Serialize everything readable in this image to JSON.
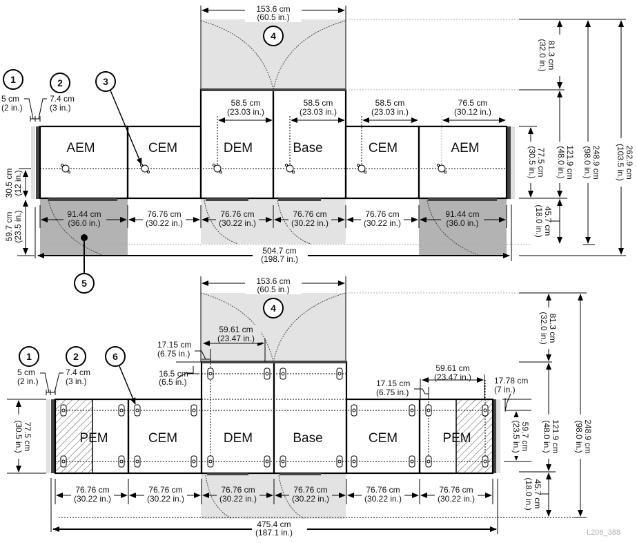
{
  "figure_ref": "L206_388",
  "callouts": [
    "1",
    "2",
    "3",
    "4",
    "5",
    "6"
  ],
  "top_view": {
    "modules": [
      "AEM",
      "CEM",
      "DEM",
      "Base",
      "CEM",
      "AEM"
    ],
    "service_area_width": {
      "cm": "153.6 cm",
      "in": "(60.5 in.)"
    },
    "door_widths": [
      {
        "cm": "58.5 cm",
        "in": "(23.03 in.)"
      },
      {
        "cm": "58.5 cm",
        "in": "(23.03 in.)"
      },
      {
        "cm": "58.5 cm",
        "in": "(23.03 in.)"
      },
      {
        "cm": "76.5 cm",
        "in": "(30.12 in.)"
      }
    ],
    "endcap_1": {
      "cm": "5 cm",
      "in": "(2 in.)"
    },
    "endcap_2": {
      "cm": "7.4 cm",
      "in": "(3 in.)"
    },
    "left_offset": {
      "cm": "30.5 cm",
      "in": "(12 in.)"
    },
    "left_clearance": {
      "cm": "59.7 cm",
      "in": "(23.5 in.)"
    },
    "module_widths": [
      {
        "cm": "91.44 cm",
        "in": "(36.0 in.)"
      },
      {
        "cm": "76.76 cm",
        "in": "(30.22 in.)"
      },
      {
        "cm": "76.76 cm",
        "in": "(30.22 in.)"
      },
      {
        "cm": "76.76 cm",
        "in": "(30.22 in.)"
      },
      {
        "cm": "76.76 cm",
        "in": "(30.22 in.)"
      },
      {
        "cm": "91.44 cm",
        "in": "(36.0 in.)"
      }
    ],
    "total_width": {
      "cm": "504.7 cm",
      "in": "(198.7 in.)"
    },
    "right_dims": {
      "rear_clearance": {
        "cm": "81.3 cm",
        "in": "(32.0 in.)"
      },
      "module_depth": {
        "cm": "77.5 cm",
        "in": "(30.5 in.)"
      },
      "depth_121": {
        "cm": "121.9 cm",
        "in": "(48.0 in.)"
      },
      "depth_248": {
        "cm": "248.9 cm",
        "in": "(98.0 in.)"
      },
      "depth_262": {
        "cm": "262.9 cm",
        "in": "(103.5 in.)"
      },
      "front_clearance": {
        "cm": "45.7 cm",
        "in": "(18.0 in.)"
      }
    }
  },
  "bottom_view": {
    "modules": [
      "PEM",
      "CEM",
      "DEM",
      "Base",
      "CEM",
      "PEM"
    ],
    "service_area_width": {
      "cm": "153.6 cm",
      "in": "(60.5 in.)"
    },
    "endcap_1": {
      "cm": "5 cm",
      "in": "(2 in.)"
    },
    "endcap_2": {
      "cm": "7.4 cm",
      "in": "(3 in.)"
    },
    "leveler_left_offset": {
      "cm": "17.15 cm",
      "in": "(6.75 in.)"
    },
    "leveler_left_span": {
      "cm": "59.61 cm",
      "in": "(23.47 in.)"
    },
    "leveler_top_offset": {
      "cm": "16.5 cm",
      "in": "(6.5 in.)"
    },
    "leveler_right_offset": {
      "cm": "17.15 cm",
      "in": "(6.75 in.)"
    },
    "leveler_right_span": {
      "cm": "59.61 cm",
      "in": "(23.47 in.)"
    },
    "right_end_offset": {
      "cm": "17.78 cm",
      "in": "(7 in.)"
    },
    "leveler_depth": {
      "cm": "59.7 cm",
      "in": "(23.5 in.)"
    },
    "module_depth": {
      "cm": "77.5 cm",
      "in": "(30.5 in.)"
    },
    "module_widths": [
      {
        "cm": "76.76 cm",
        "in": "(30.22 in.)"
      },
      {
        "cm": "76.76 cm",
        "in": "(30.22 in.)"
      },
      {
        "cm": "76.76 cm",
        "in": "(30.22 in.)"
      },
      {
        "cm": "76.76 cm",
        "in": "(30.22 in.)"
      },
      {
        "cm": "76.76 cm",
        "in": "(30.22 in.)"
      },
      {
        "cm": "76.76 cm",
        "in": "(30.22 in.)"
      }
    ],
    "total_width": {
      "cm": "475.4 cm",
      "in": "(187.1 in.)"
    },
    "right_dims": {
      "rear_clearance": {
        "cm": "81.3 cm",
        "in": "(32.0 in.)"
      },
      "depth_121": {
        "cm": "121.9 cm",
        "in": "(48.0 in.)"
      },
      "depth_248": {
        "cm": "248.9 cm",
        "in": "(98.0 in.)"
      },
      "front_clearance": {
        "cm": "45.7 cm",
        "in": "(18.0 in.)"
      }
    }
  }
}
